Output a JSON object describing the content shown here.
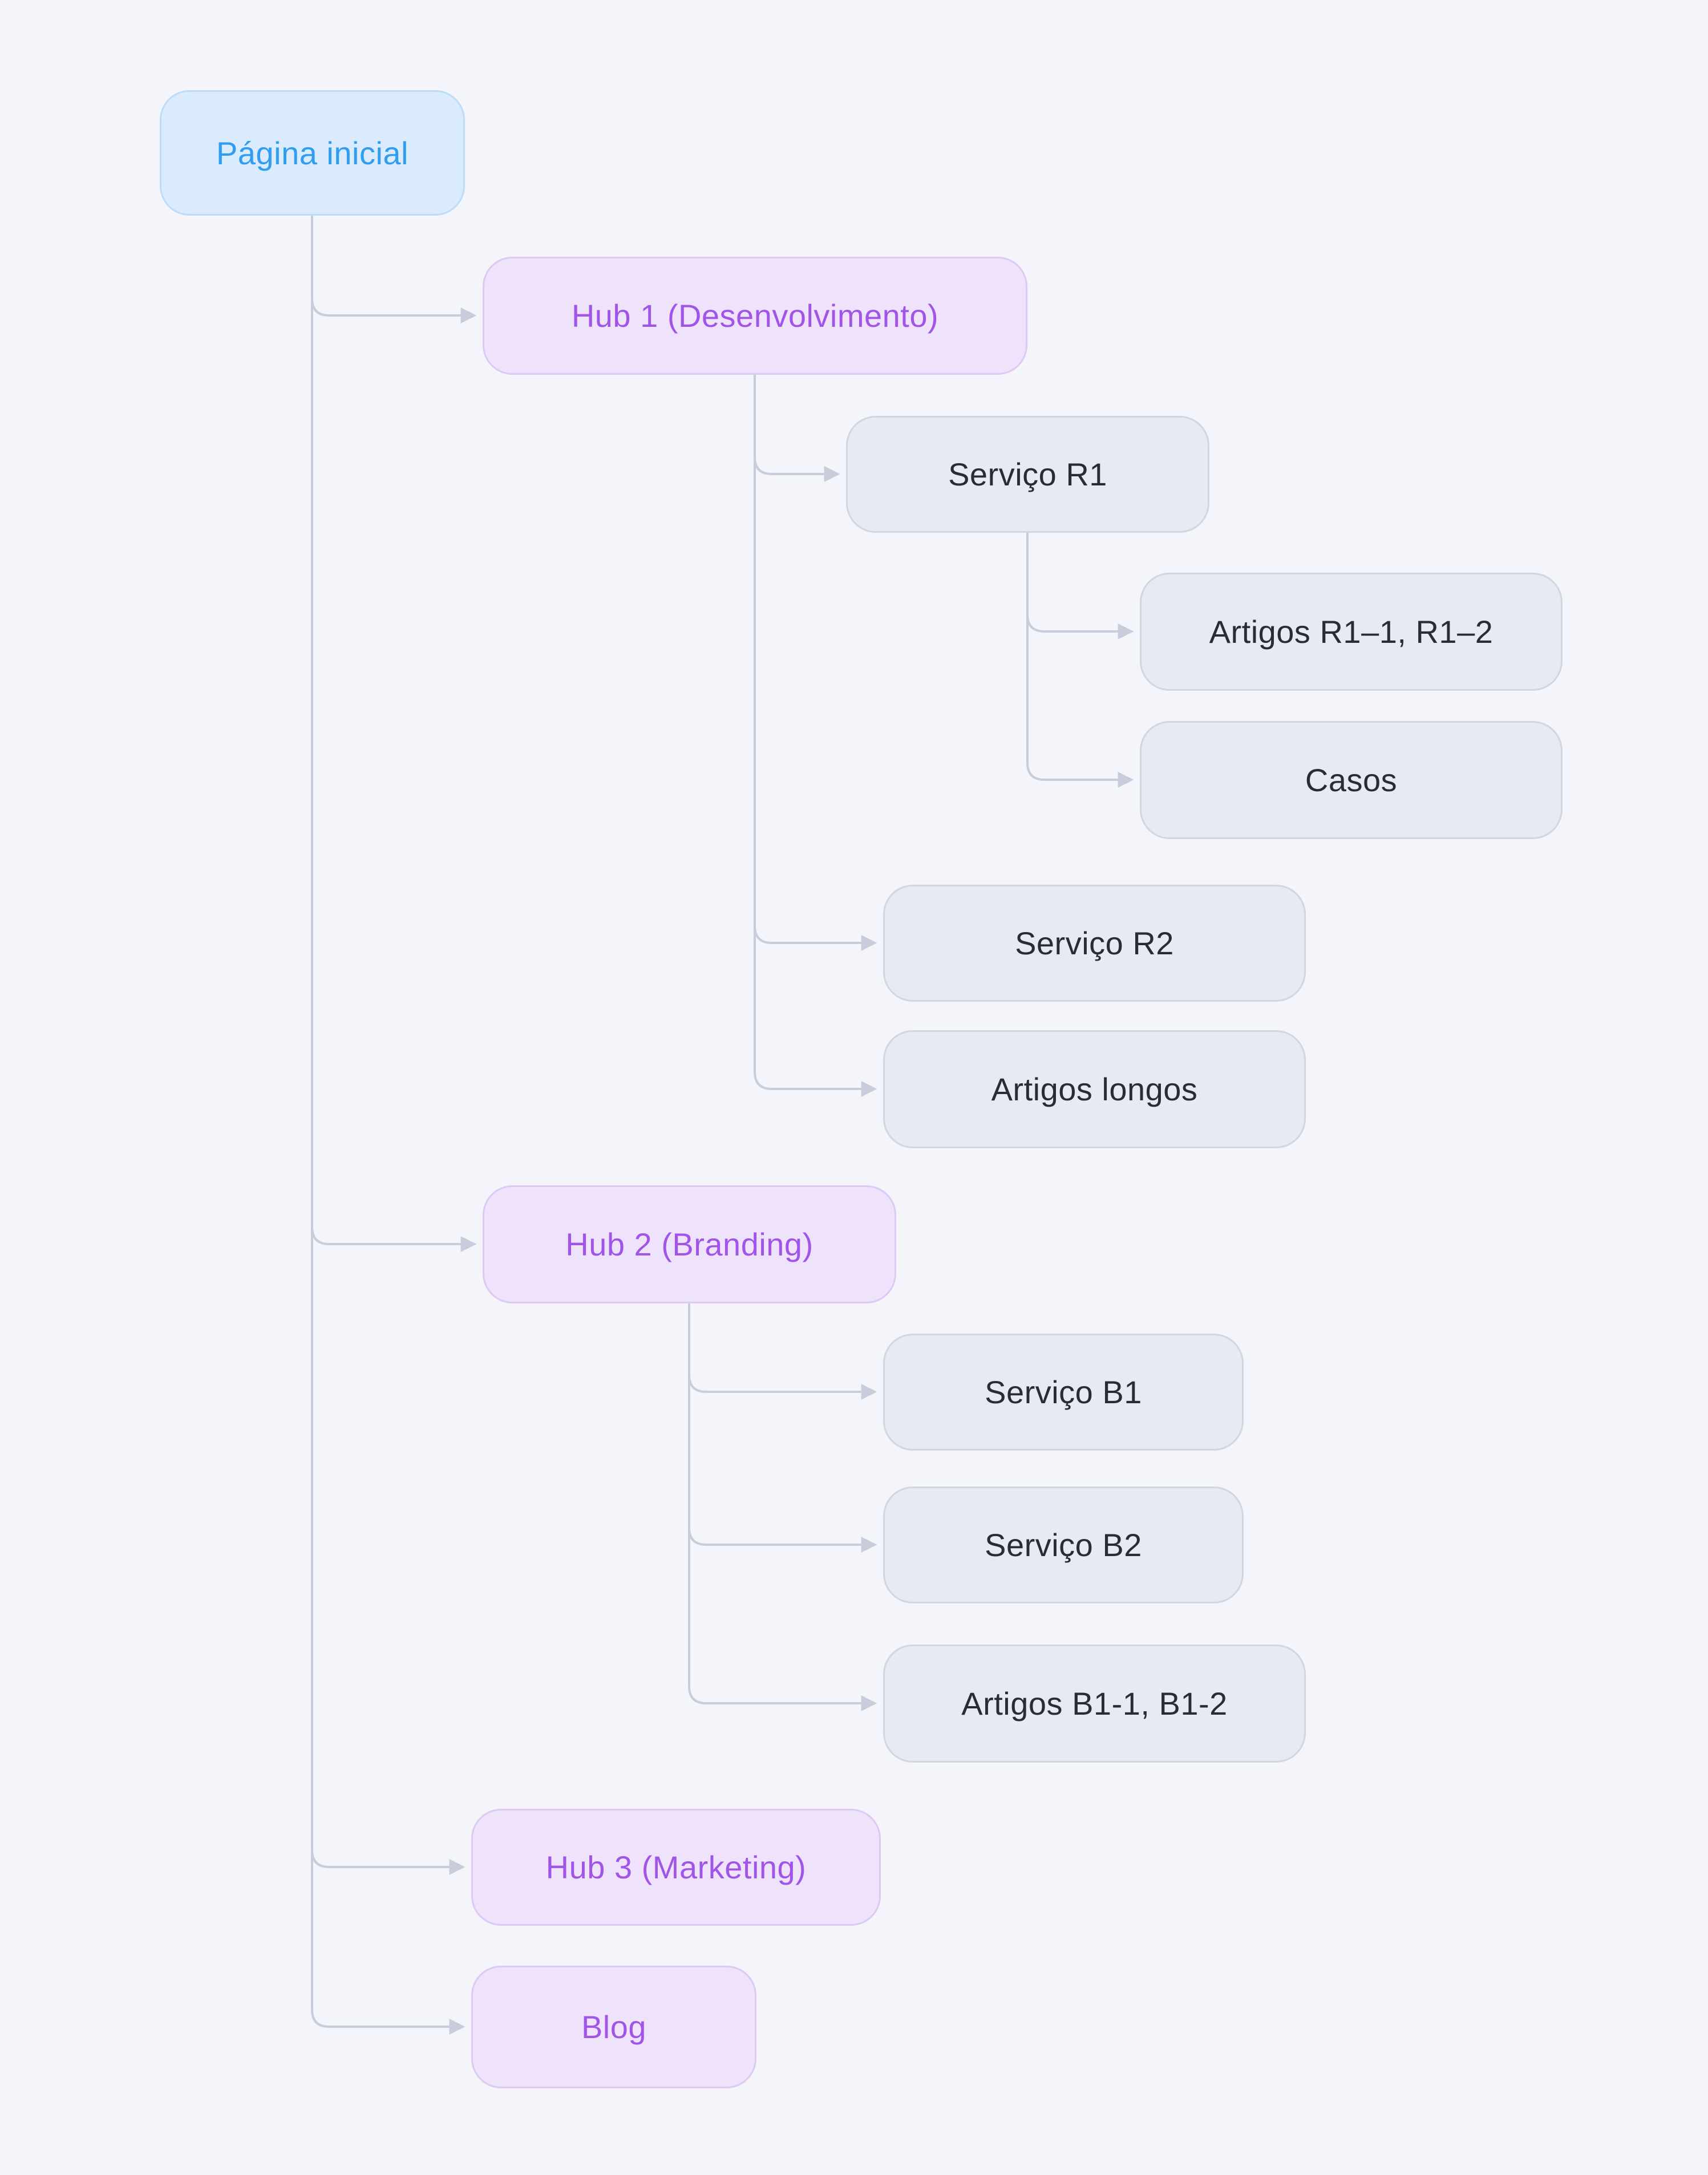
{
  "diagram": {
    "nodes": {
      "home": {
        "label": "Página inicial",
        "type": "home"
      },
      "hub1": {
        "label": "Hub 1 (Desenvolvimento)",
        "type": "hub"
      },
      "servico_r1": {
        "label": "Serviço R1",
        "type": "page"
      },
      "artigos_r1": {
        "label": "Artigos R1–1, R1–2",
        "type": "page"
      },
      "casos": {
        "label": "Casos",
        "type": "page"
      },
      "servico_r2": {
        "label": "Serviço R2",
        "type": "page"
      },
      "artigos_longos": {
        "label": "Artigos longos",
        "type": "page"
      },
      "hub2": {
        "label": "Hub 2 (Branding)",
        "type": "hub"
      },
      "servico_b1": {
        "label": "Serviço B1",
        "type": "page"
      },
      "servico_b2": {
        "label": "Serviço B2",
        "type": "page"
      },
      "artigos_b1": {
        "label": "Artigos B1-1, B1-2",
        "type": "page"
      },
      "hub3": {
        "label": "Hub 3 (Marketing)",
        "type": "hub"
      },
      "blog": {
        "label": "Blog",
        "type": "hub"
      }
    },
    "tree": {
      "root": "home",
      "edges": [
        [
          "home",
          "hub1"
        ],
        [
          "hub1",
          "servico_r1"
        ],
        [
          "servico_r1",
          "artigos_r1"
        ],
        [
          "servico_r1",
          "casos"
        ],
        [
          "hub1",
          "servico_r2"
        ],
        [
          "hub1",
          "artigos_longos"
        ],
        [
          "home",
          "hub2"
        ],
        [
          "hub2",
          "servico_b1"
        ],
        [
          "hub2",
          "servico_b2"
        ],
        [
          "hub2",
          "artigos_b1"
        ],
        [
          "home",
          "hub3"
        ],
        [
          "home",
          "blog"
        ]
      ]
    },
    "colors": {
      "background": "#f3f5fa",
      "home_fill": "#d9ebfc",
      "home_border": "#bcdcf8",
      "home_text": "#309df0",
      "hub_fill": "#eee3fb",
      "hub_border": "#ddc9f3",
      "hub_text": "#a155e8",
      "leaf_fill": "#e8eaf2",
      "leaf_border": "#d2d5e2",
      "leaf_text": "#2a2b33",
      "connector": "#c7cdda"
    }
  }
}
